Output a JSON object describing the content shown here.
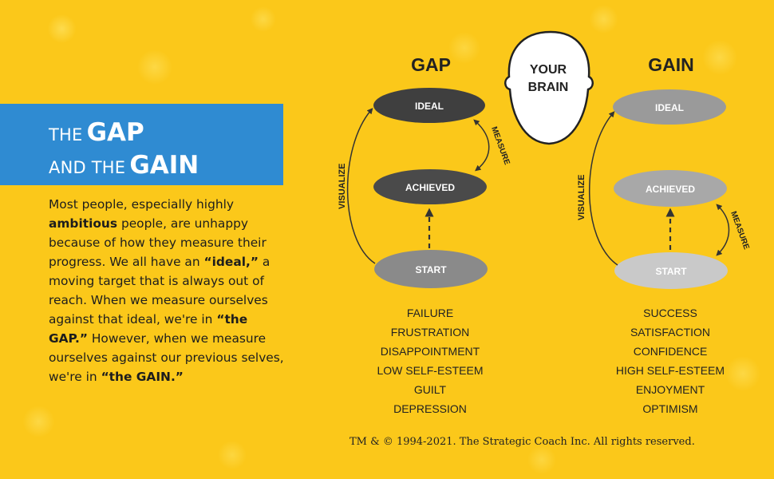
{
  "banner": {
    "the": "THE",
    "gap": "GAP",
    "and_the": "AND THE",
    "gain": "GAIN"
  },
  "body": {
    "p1": "Most people, especially highly ",
    "p2": "ambitious",
    "p3": " people, are unhappy because of how they measure their progress. We all have an ",
    "p4": "“ideal,”",
    "p5": " a moving target that is always out of reach. When we measure ourselves against that ideal, we're in ",
    "p6": "“the GAP.”",
    "p7": " However, when we measure ourselves against our previous selves, we're in ",
    "p8": "“the GAIN.”"
  },
  "gap": {
    "title": "GAP",
    "ideal": "IDEAL",
    "achieved": "ACHIEVED",
    "start": "START",
    "visualize": "VISUALIZE",
    "measure": "MEASURE",
    "outcomes": [
      "FAILURE",
      "FRUSTRATION",
      "DISAPPOINTMENT",
      "LOW SELF-ESTEEM",
      "GUILT",
      "DEPRESSION"
    ]
  },
  "brain": {
    "line1": "YOUR",
    "line2": "BRAIN"
  },
  "gain": {
    "title": "GAIN",
    "ideal": "IDEAL",
    "achieved": "ACHIEVED",
    "start": "START",
    "visualize": "VISUALIZE",
    "measure": "MEASURE",
    "outcomes": [
      "SUCCESS",
      "SATISFACTION",
      "CONFIDENCE",
      "HIGH SELF-ESTEEM",
      "ENJOYMENT",
      "OPTIMISM"
    ]
  },
  "colors": {
    "background": "#fbc81a",
    "banner": "#2f8bd2",
    "gap_ideal": "#3f3f3f",
    "gap_achieved": "#4a4a4a",
    "gap_start": "#8a8a8a",
    "gain_ideal": "#9a9a9a",
    "gain_achieved": "#a8a8a8",
    "gain_start": "#c9c9c9"
  },
  "copyright": "TM & © 1994-2021. The Strategic Coach Inc. All rights reserved."
}
